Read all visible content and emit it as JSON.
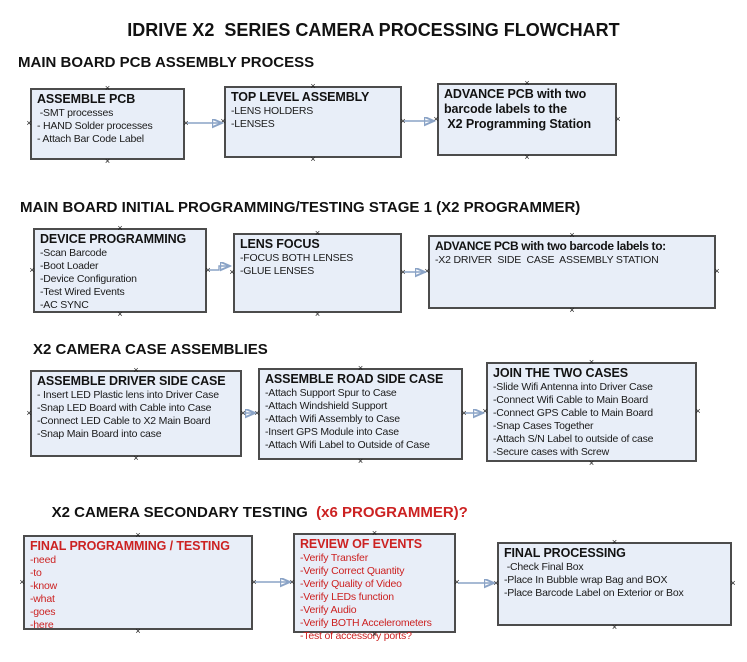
{
  "title": "IDRIVE X2  SERIES CAMERA PROCESSING FLOWCHART",
  "icons": {
    "connector_handle": "×"
  },
  "colors": {
    "box_fill": "#e8eef8",
    "box_border": "#4c4c4c",
    "red_text": "#cc2222",
    "arrow_line": "#8aa3c6",
    "arrow_head": "#2d4f9e"
  },
  "sections": [
    {
      "heading": "MAIN BOARD PCB ASSEMBLY PROCESS",
      "boxes": [
        {
          "title": "ASSEMBLE PCB",
          "items": [
            " -SMT processes",
            "- HAND Solder processes",
            "- Attach Bar Code Label"
          ]
        },
        {
          "title": "TOP LEVEL ASSEMBLY",
          "items": [
            "-LENS HOLDERS",
            "-LENSES"
          ]
        },
        {
          "title": "ADVANCE PCB with two\nbarcode labels to the\n X2 Programming Station",
          "items": []
        }
      ]
    },
    {
      "heading": "MAIN BOARD INITIAL PROGRAMMING/TESTING STAGE 1 (X2 PROGRAMMER)",
      "boxes": [
        {
          "title": "DEVICE PROGRAMMING",
          "items": [
            "-Scan Barcode",
            "-Boot Loader",
            "-Device Configuration",
            "-Test Wired Events",
            "-AC SYNC"
          ]
        },
        {
          "title": "LENS FOCUS",
          "items": [
            "-FOCUS BOTH LENSES",
            "-GLUE LENSES"
          ]
        },
        {
          "title": "ADVANCE PCB with two barcode labels to:",
          "items": [
            "-X2 DRIVER  SIDE  CASE  ASSEMBLY STATION"
          ]
        }
      ]
    },
    {
      "heading": "X2 CAMERA CASE ASSEMBLIES",
      "boxes": [
        {
          "title": "ASSEMBLE DRIVER SIDE CASE",
          "items": [
            "- Insert LED Plastic lens into Driver Case",
            "-Snap LED Board with Cable into Case",
            "-Connect LED Cable to X2 Main Board",
            "-Snap Main Board into case"
          ]
        },
        {
          "title": "ASSEMBLE ROAD SIDE CASE",
          "items": [
            "-Attach Support Spur to Case",
            "-Attach Windshield Support",
            "-Attach Wifi Assembly to Case",
            "-Insert GPS Module into Case",
            "-Attach Wifi Label to Outside of Case"
          ]
        },
        {
          "title": "JOIN THE TWO CASES",
          "items": [
            "-Slide Wifi Antenna into Driver Case",
            "-Connect Wifi Cable to Main Board",
            "-Connect GPS Cable to Main Board",
            "-Snap Cases Together",
            "-Attach S/N Label to outside of case",
            "-Secure cases with Screw"
          ]
        }
      ]
    },
    {
      "heading": "X2 CAMERA SECONDARY TESTING ",
      "heading_red": " (x6 PROGRAMMER)?",
      "boxes": [
        {
          "title": "FINAL PROGRAMMING / TESTING",
          "items": [
            "-need",
            "-to",
            "-know",
            "-what",
            "-goes",
            "-here"
          ]
        },
        {
          "title": "REVIEW OF EVENTS",
          "items": [
            "-Verify Transfer",
            "-Verify Correct Quantity",
            "-Verify Quality of Video",
            "-Verify LEDs function",
            "-Verify Audio",
            "-Verify BOTH Accelerometers",
            "-Test of accessory ports?"
          ]
        },
        {
          "title": "FINAL PROCESSING",
          "items": [
            " -Check Final Box",
            "-Place In Bubble wrap Bag and BOX",
            "-Place Barcode Label on Exterior or Box"
          ]
        }
      ]
    }
  ],
  "connections": [
    {
      "from": "ASSEMBLE PCB",
      "to": "TOP LEVEL ASSEMBLY"
    },
    {
      "from": "TOP LEVEL ASSEMBLY",
      "to": "ADVANCE PCB with two barcode labels to the X2 Programming Station"
    },
    {
      "from": "DEVICE PROGRAMMING",
      "to": "LENS FOCUS"
    },
    {
      "from": "LENS FOCUS",
      "to": "ADVANCE PCB with two barcode labels to:"
    },
    {
      "from": "ASSEMBLE DRIVER SIDE CASE",
      "to": "ASSEMBLE ROAD SIDE CASE"
    },
    {
      "from": "ASSEMBLE ROAD SIDE CASE",
      "to": "JOIN THE TWO CASES"
    },
    {
      "from": "FINAL PROGRAMMING / TESTING",
      "to": "REVIEW OF EVENTS"
    },
    {
      "from": "REVIEW OF EVENTS",
      "to": "FINAL PROCESSING"
    }
  ]
}
